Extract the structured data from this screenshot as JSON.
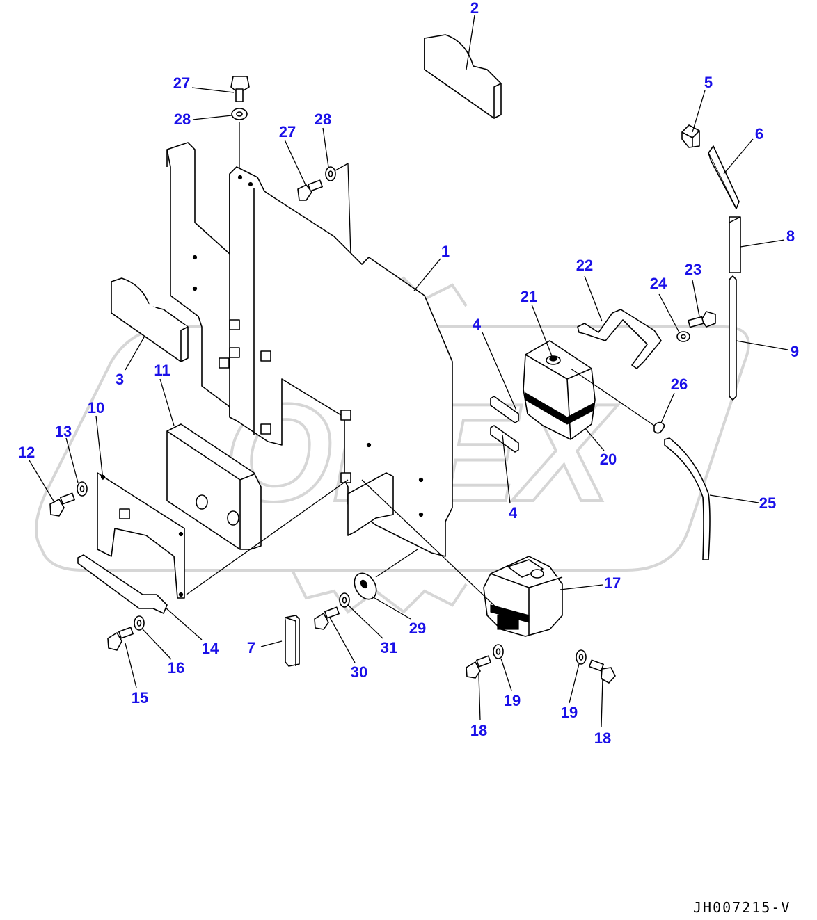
{
  "drawing_code": "JH007215-V",
  "watermark_text": "OPEX",
  "callouts": [
    {
      "id": "1",
      "text": "1"
    },
    {
      "id": "2",
      "text": "2"
    },
    {
      "id": "3",
      "text": "3"
    },
    {
      "id": "4a",
      "text": "4"
    },
    {
      "id": "4b",
      "text": "4"
    },
    {
      "id": "5",
      "text": "5"
    },
    {
      "id": "6",
      "text": "6"
    },
    {
      "id": "7",
      "text": "7"
    },
    {
      "id": "8",
      "text": "8"
    },
    {
      "id": "9",
      "text": "9"
    },
    {
      "id": "10",
      "text": "10"
    },
    {
      "id": "11",
      "text": "11"
    },
    {
      "id": "12",
      "text": "12"
    },
    {
      "id": "13",
      "text": "13"
    },
    {
      "id": "14",
      "text": "14"
    },
    {
      "id": "15",
      "text": "15"
    },
    {
      "id": "16",
      "text": "16"
    },
    {
      "id": "17",
      "text": "17"
    },
    {
      "id": "18a",
      "text": "18"
    },
    {
      "id": "18b",
      "text": "18"
    },
    {
      "id": "19a",
      "text": "19"
    },
    {
      "id": "19b",
      "text": "19"
    },
    {
      "id": "20",
      "text": "20"
    },
    {
      "id": "21",
      "text": "21"
    },
    {
      "id": "22",
      "text": "22"
    },
    {
      "id": "23",
      "text": "23"
    },
    {
      "id": "24",
      "text": "24"
    },
    {
      "id": "25",
      "text": "25"
    },
    {
      "id": "26",
      "text": "26"
    },
    {
      "id": "27a",
      "text": "27"
    },
    {
      "id": "27b",
      "text": "27"
    },
    {
      "id": "28a",
      "text": "28"
    },
    {
      "id": "28b",
      "text": "28"
    },
    {
      "id": "29",
      "text": "29"
    },
    {
      "id": "30",
      "text": "30"
    },
    {
      "id": "31",
      "text": "31"
    }
  ]
}
